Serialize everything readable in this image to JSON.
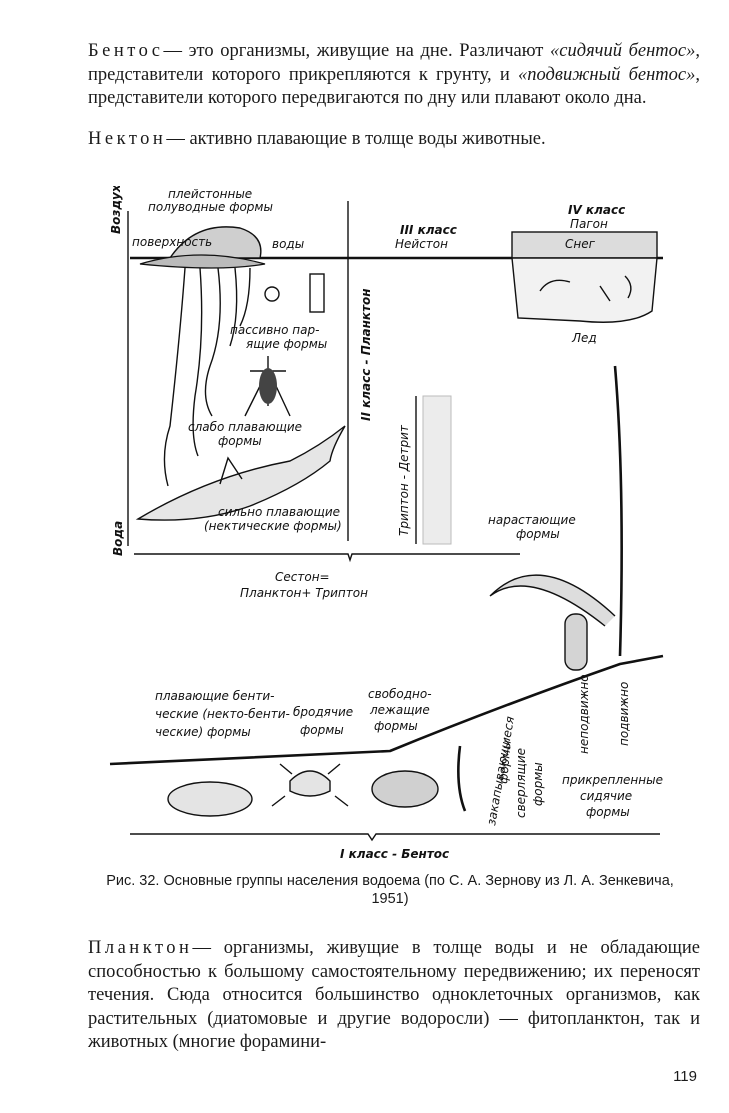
{
  "paragraphs": {
    "p1_term": "Бентос",
    "p1_a": "— это организмы, живущие на дне. Различают ",
    "p1_q1": "«сидячий бентос»",
    "p1_b": ", представители которого прикрепляются к грунту, и ",
    "p1_q2": "«подвижный бентос»",
    "p1_c": ", представители которого передвигаются по дну или плавают около дна.",
    "p2_term": "Нектон",
    "p2_a": "— активно плавающие в толще воды животные.",
    "p3_term": "Планктон",
    "p3_a": "— организмы, живущие в толще воды и не обладающие способностью к большому самостоятельному передвижению; их переносят течения. Сюда относится большинство одноклеточных организмов, как растительных (диатомовые и другие водоросли) — фитопланктон, так и животных (многие форамини-"
  },
  "figure": {
    "caption": "Рис. 32. Основные группы населения водоема (по С. А. Зернову из Л. А. Зенкевича, 1951)",
    "labels": {
      "air": "Воздух",
      "water": "Вода",
      "pleuston": "плейстонные",
      "semiaquatic": "полуводные формы",
      "surface_left": "поверхность",
      "surface_right": "воды",
      "class3": "III класс",
      "neuston": "Нейстон",
      "class4": "IV класс",
      "pagon": "Пагон",
      "snow": "Снег",
      "ice": "Лед",
      "passive1": "пассивно пар-",
      "passive2": "ящие формы",
      "class2_plankton": "II класс - Планктон",
      "weak1": "слабо плавающие",
      "weak2": "формы",
      "tripton": "Триптон - Детрит",
      "strong1": "сильно плавающие",
      "strong2": "(нектические формы)",
      "growing1": "нарастающие",
      "growing2": "формы",
      "seston1": "Сестон=",
      "seston2": "Планктон+ Триптон",
      "swim_benthic1": "плавающие бенти-",
      "swim_benthic2": "ческие (некто-бенти-",
      "swim_benthic3": "ческие) формы",
      "wandering1": "бродячие",
      "wandering2": "формы",
      "free1": "свободно-",
      "free2": "лежащие",
      "free3": "формы",
      "burrowing1": "закапывающиеся",
      "burrowing2": "формы",
      "boring1": "сверлящие",
      "boring2": "формы",
      "immobile": "неподвижно",
      "mobile": "подвижно",
      "attached1": "прикрепленные",
      "attached2": "сидячие",
      "attached3": "формы",
      "class1_benthos": "I класс - Бентос"
    }
  },
  "page_number": "119"
}
